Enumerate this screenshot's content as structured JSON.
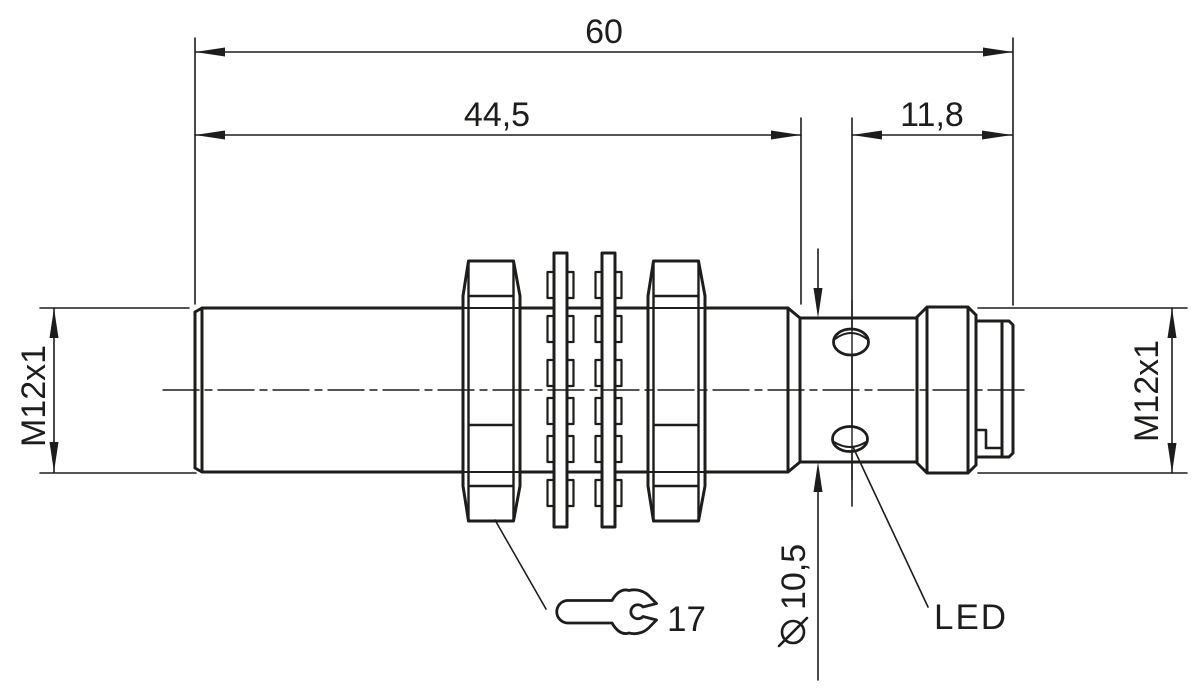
{
  "colors": {
    "line": "#1d1d1b",
    "background": "#ffffff"
  },
  "dimensions": {
    "total_length": "60",
    "thread_length": "44,5",
    "connector_length": "11,8",
    "body_diameter": "10,5",
    "thread_left": "M12x1",
    "thread_right": "M12x1"
  },
  "callouts": {
    "led": "LED",
    "wrench_size": "17"
  }
}
